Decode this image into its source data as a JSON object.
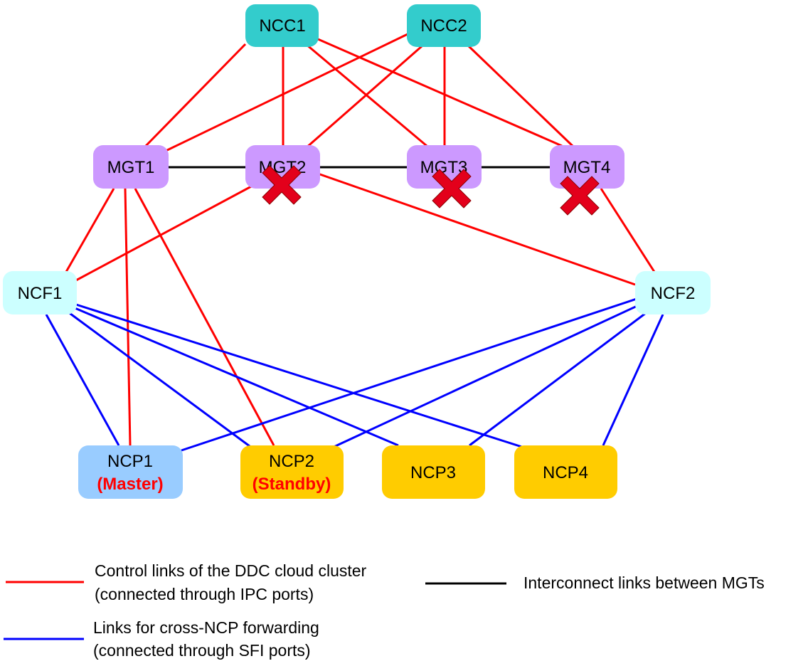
{
  "colors": {
    "ncc": "#33cccc",
    "mgt": "#cc99ff",
    "ncf": "#ccffff",
    "ncp_master": "#99ccff",
    "ncp": "#ffcc00",
    "control_link": "#ff0000",
    "forwarding_link": "#0000ff",
    "interconnect_link": "#000000",
    "failure_mark": "#e3001b",
    "role_text": "#ff0000"
  },
  "nodes": {
    "ncc1": "NCC1",
    "ncc2": "NCC2",
    "mgt1": "MGT1",
    "mgt2": "MGT2",
    "mgt3": "MGT3",
    "mgt4": "MGT4",
    "ncf1": "NCF1",
    "ncf2": "NCF2",
    "ncp1": "NCP1",
    "ncp2": "NCP2",
    "ncp3": "NCP3",
    "ncp4": "NCP4"
  },
  "roles": {
    "ncp1": "(Master)",
    "ncp2": "(Standby)"
  },
  "failed_nodes": [
    "MGT2",
    "MGT3",
    "MGT4"
  ],
  "legend": {
    "control_line1": "Control links of the DDC cloud cluster",
    "control_line2": "(connected through IPC ports)",
    "interconnect": "Interconnect links between MGTs",
    "forwarding_line1": "Links for cross-NCP forwarding",
    "forwarding_line2": "(connected through SFI ports)"
  }
}
